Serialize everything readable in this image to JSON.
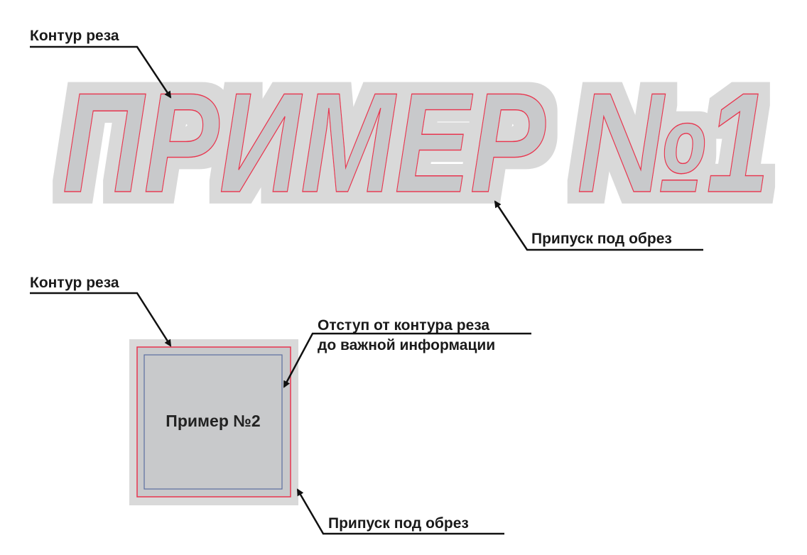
{
  "example1": {
    "title": "ПРИМЕР №1",
    "cut_contour_label": "Контур реза",
    "bleed_label": "Припуск под обрез"
  },
  "example2": {
    "title": "Пример №2",
    "cut_contour_label": "Контур реза",
    "safe_margin_label_line1": "Отступ от контура реза",
    "safe_margin_label_line2": "до важной информации",
    "bleed_label": "Припуск под обрез"
  },
  "colors": {
    "bleed": "#d9d9d9",
    "fill": "#c8c9cb",
    "cut_line": "#e8344f",
    "safe_line": "#5a6fa0"
  }
}
